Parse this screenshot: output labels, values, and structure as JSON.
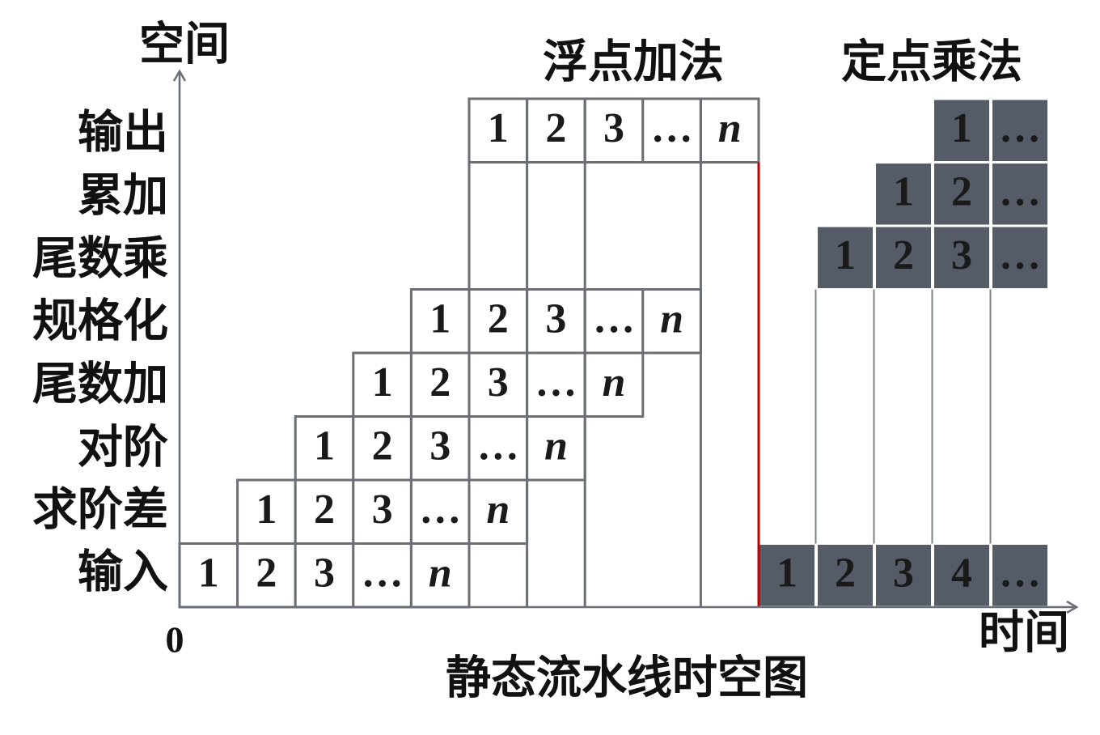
{
  "axes": {
    "space_label": "空间",
    "time_label": "时间",
    "origin_label": "0"
  },
  "caption": "静态流水线时空图",
  "stages": {
    "output": "输出",
    "accumulate": "累加",
    "mantissa_mul": "尾数乘",
    "normalize": "规格化",
    "mantissa_add": "尾数加",
    "align": "对阶",
    "exp_diff": "求阶差",
    "input": "输入"
  },
  "float_add": {
    "title": "浮点加法",
    "tasks": {
      "output": [
        "1",
        "2",
        "3",
        "…",
        "n"
      ],
      "normalize": [
        "1",
        "2",
        "3",
        "…",
        "n"
      ],
      "mantissa_add": [
        "1",
        "2",
        "3",
        "…",
        "n"
      ],
      "align": [
        "1",
        "2",
        "3",
        "…",
        "n"
      ],
      "exp_diff": [
        "1",
        "2",
        "3",
        "…",
        "n"
      ],
      "input": [
        "1",
        "2",
        "3",
        "…",
        "n"
      ]
    }
  },
  "fixed_mul": {
    "title": "定点乘法",
    "tasks": {
      "output": [
        "1",
        "…"
      ],
      "accumulate": [
        "1",
        "2",
        "…"
      ],
      "mantissa_mul": [
        "1",
        "2",
        "3",
        "…"
      ],
      "input": [
        "1",
        "2",
        "3",
        "4",
        "…"
      ]
    }
  },
  "colors": {
    "grid": "#6c6e75",
    "divider": "#c00000",
    "fixed_cell": "#565c67"
  }
}
